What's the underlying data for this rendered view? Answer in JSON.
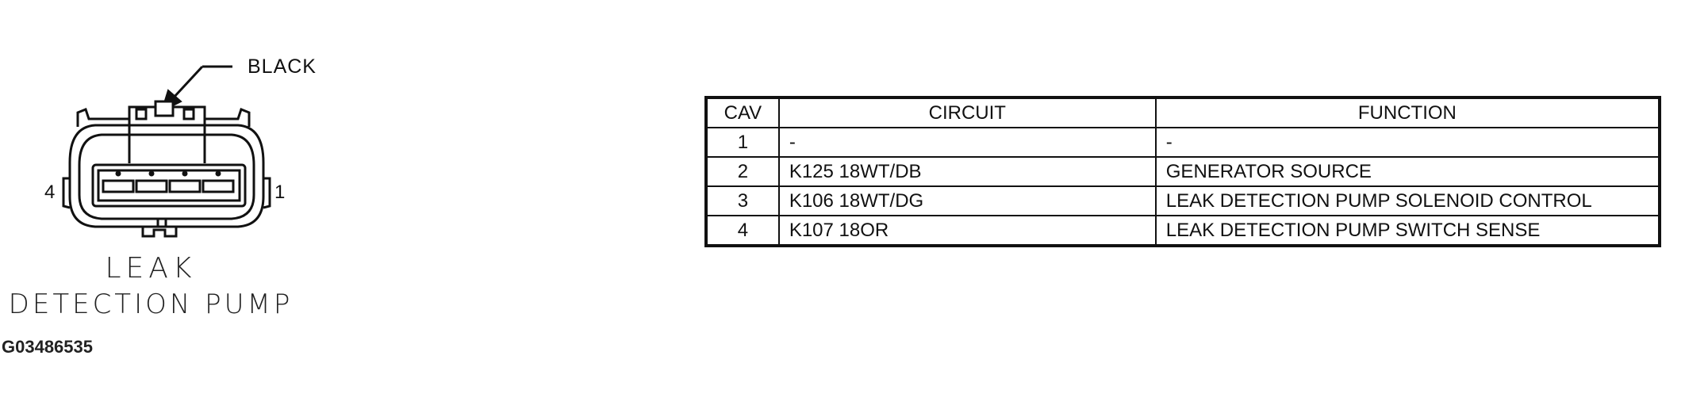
{
  "connector": {
    "color_callout": "BLACK",
    "pin_left": "4",
    "pin_right": "1",
    "name_line1": "LEAK",
    "name_line2": "DETECTION PUMP"
  },
  "figure_id": "G03486535",
  "table": {
    "headers": [
      "CAV",
      "CIRCUIT",
      "FUNCTION"
    ],
    "rows": [
      {
        "cav": "1",
        "circuit": "-",
        "function": "-"
      },
      {
        "cav": "2",
        "circuit": "K125 18WT/DB",
        "function": "GENERATOR SOURCE"
      },
      {
        "cav": "3",
        "circuit": "K106 18WT/DG",
        "function": "LEAK DETECTION PUMP SOLENOID CONTROL"
      },
      {
        "cav": "4",
        "circuit": "K107 18OR",
        "function": "LEAK DETECTION PUMP SWITCH SENSE"
      }
    ]
  }
}
